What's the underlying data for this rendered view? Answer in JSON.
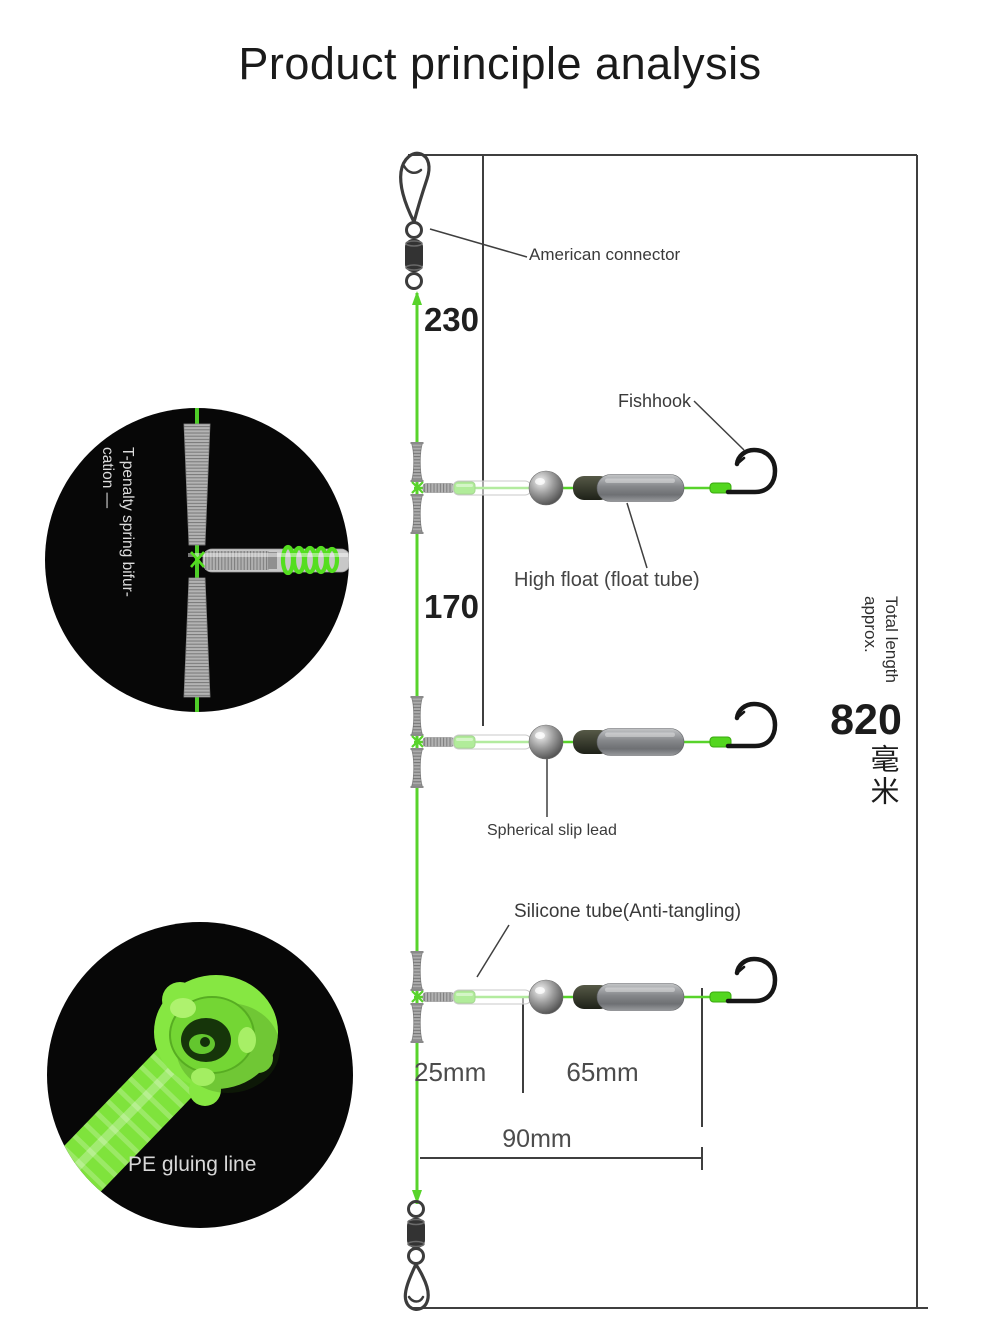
{
  "title": "Product principle analysis",
  "connector": {
    "top_label": "American connector"
  },
  "branch_labels": {
    "fishhook": "Fishhook",
    "high_float": "High float (float tube)",
    "spherical_slip_lead": "Spherical slip lead",
    "silicone_tube": "Silicone tube(Anti-tangling)"
  },
  "dimensions": {
    "segment_top_mm": "230",
    "segment_middle_mm": "170",
    "tube_length": "25mm",
    "float_length": "65mm",
    "branch_length": "90mm",
    "total_length_label_line1": "Total length",
    "total_length_label_line2": "approx.",
    "total_length_value": "820",
    "total_length_unit": "毫米"
  },
  "insets": {
    "t_spring_label_line1": "T-penalty spring bifur-",
    "t_spring_label_line2": "cation —",
    "pe_label": "PE gluing line"
  },
  "colors": {
    "line_green": "#58d32b",
    "sleeve_green": "#53d61f",
    "inset_background": "#070707",
    "dimension_line": "#3f3f3f"
  }
}
